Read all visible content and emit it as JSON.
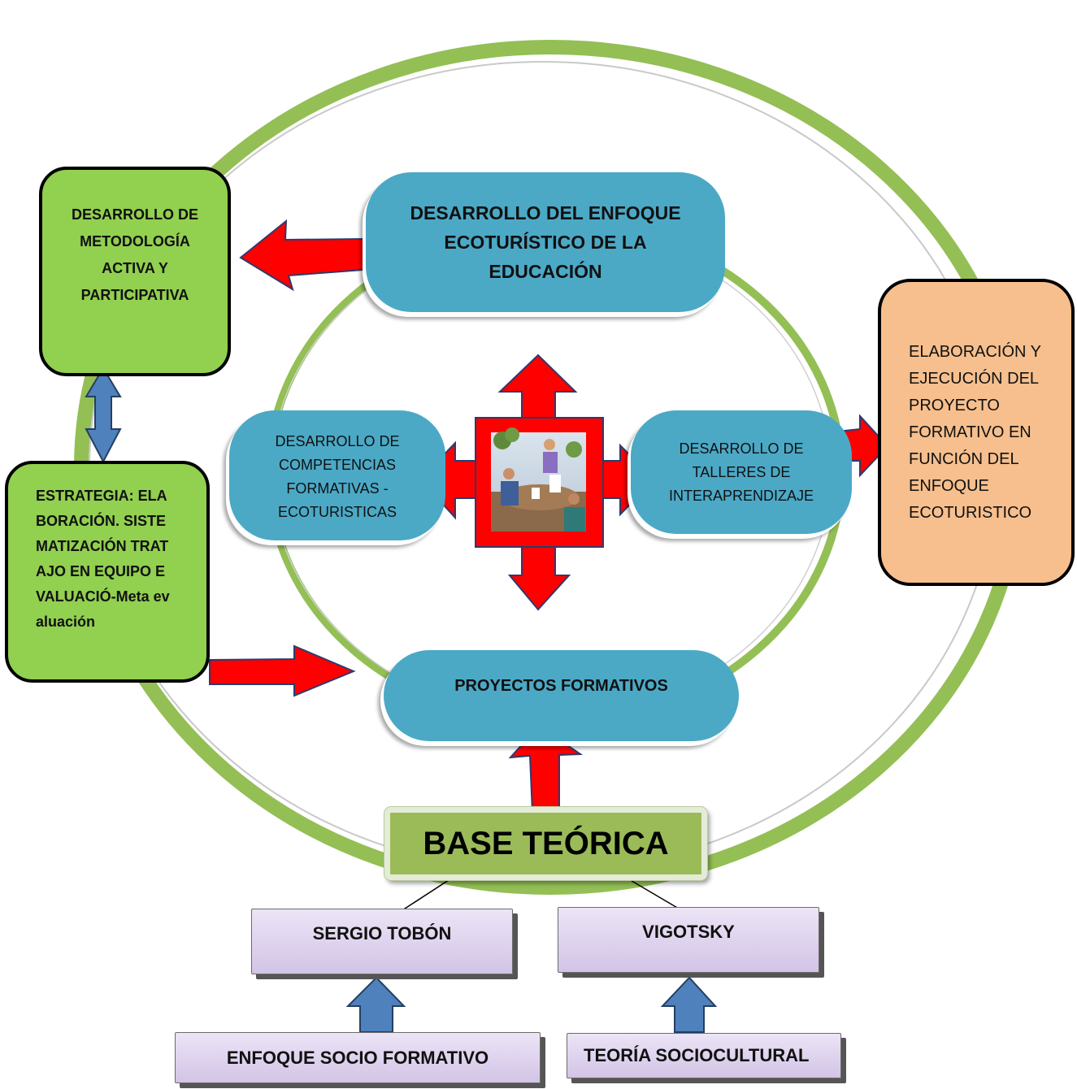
{
  "nodes": {
    "top": "DESARROLLO  DEL ENFOQUE ECOTURÍSTICO DE LA EDUCACIÓN",
    "methodology": "DESARROLLO DE METODOLOGÍA ACTIVA Y PARTICIPATIVA",
    "competencias": "DESARROLLO DE COMPETENCIAS FORMATIVAS - ECOTURISTICAS",
    "talleres": "DESARROLLO DE TALLERES DE INTERAPRENDIZAJE",
    "elaboracion": "ELABORACIÓN Y EJECUCIÓN DEL PROYECTO FORMATIVO EN FUNCIÓN DEL ENFOQUE ECOTURISTICO",
    "estrategia": "ESTRATEGIA: ELABORACIÓN. SISTEMATIZACIÓN TRATAJO EN EQUIPO EVALUACIÓ-Meta evaluación",
    "proyectos": "PROYECTOS FORMATIVOS",
    "base": "BASE TEÓRICA",
    "tobon": "SERGIO TOBÓN",
    "vigotsky": "VIGOTSKY",
    "enfoque": "ENFOQUE SOCIO FORMATIVO",
    "teoria": "TEORÍA SOCIOCULTURAL"
  },
  "colors": {
    "ring": "#93bf55",
    "teal": "#4ba9c6",
    "green": "#92d050",
    "orange": "#f6bf8d",
    "red": "#ff0000",
    "blue_arrow": "#4f81bd"
  }
}
